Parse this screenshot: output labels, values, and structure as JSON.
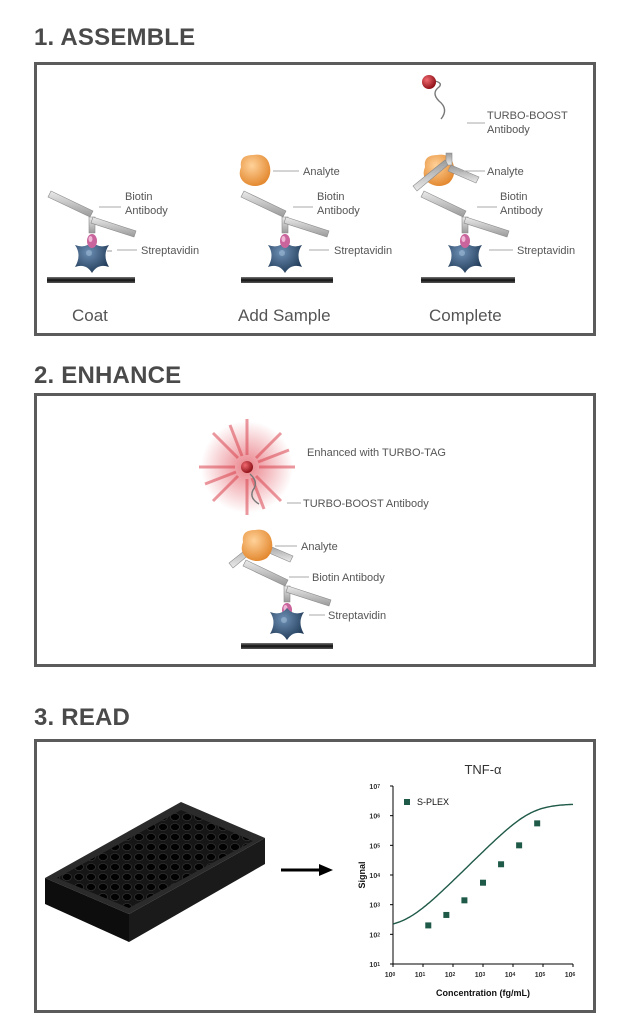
{
  "sections": {
    "assemble": {
      "heading": "1. ASSEMBLE",
      "steps": [
        {
          "caption": "Coat",
          "labels": [
            "Biotin",
            "Antibody",
            "Streptavidin"
          ]
        },
        {
          "caption": "Add Sample",
          "labels": [
            "Analyte",
            "Biotin",
            "Antibody",
            "Streptavidin"
          ]
        },
        {
          "caption": "Complete",
          "labels": [
            "TURBO-BOOST",
            "Antibody",
            "Analyte",
            "Biotin",
            "Antibody",
            "Streptavidin"
          ]
        }
      ]
    },
    "enhance": {
      "heading": "2. ENHANCE",
      "labels": {
        "tag": "Enhanced with TURBO-TAG",
        "boost": "TURBO-BOOST Antibody",
        "analyte": "Analyte",
        "biotin": "Biotin Antibody",
        "strep": "Streptavidin"
      }
    },
    "read": {
      "heading": "3. READ",
      "chart_title": "TNF-α"
    }
  },
  "colors": {
    "streptavidin": "#2e4d6e",
    "biotin": "#c9659c",
    "analyte": "#f0a24a",
    "tag": "#b5121b",
    "curve": "#1f5a49"
  },
  "chart_data": {
    "type": "scatter",
    "title": "TNF-α",
    "xlabel": "Concentration (fg/mL)",
    "ylabel": "Signal",
    "x_scale": "log",
    "y_scale": "log",
    "xlim": [
      1,
      1000000
    ],
    "ylim": [
      10,
      10000000
    ],
    "x_ticks": [
      "10",
      "10",
      "10",
      "10",
      "10",
      "10",
      "10"
    ],
    "x_tick_exponents": [
      "0",
      "1",
      "2",
      "3",
      "4",
      "5",
      "6"
    ],
    "y_ticks": [
      "10",
      "10",
      "10",
      "10",
      "10",
      "10",
      "10"
    ],
    "y_tick_exponents": [
      "1",
      "2",
      "3",
      "4",
      "5",
      "6",
      "7"
    ],
    "legend": {
      "position": "top-left",
      "entries": [
        "S-PLEX"
      ]
    },
    "series": [
      {
        "name": "S-PLEX",
        "x": [
          15,
          60,
          240,
          1000,
          4000,
          16000,
          64000
        ],
        "y": [
          200,
          450,
          1400,
          5500,
          23000,
          100000,
          550000
        ]
      }
    ],
    "fit_curve": {
      "bottom": 160,
      "top": 2500000,
      "ec50": 40000,
      "hill": 1.0
    }
  }
}
